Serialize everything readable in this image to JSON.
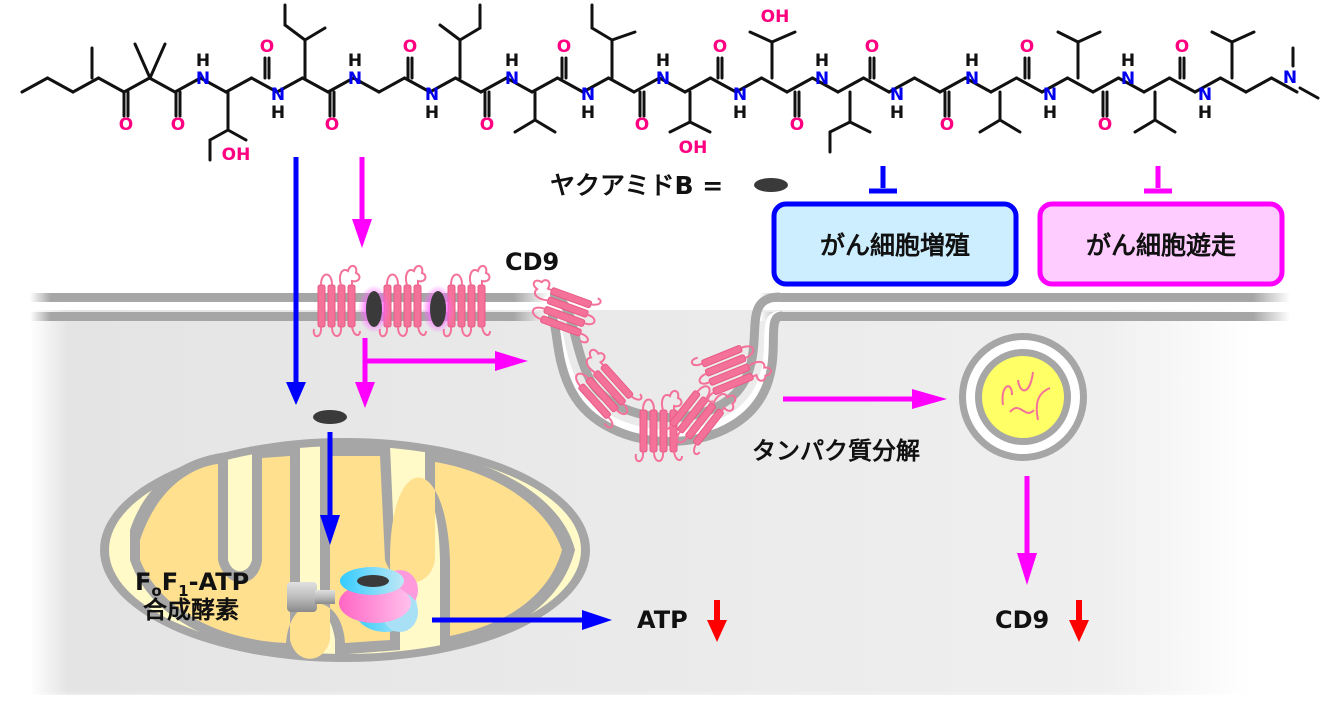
{
  "title": "ヤクアミドBの作用機序",
  "colors": {
    "blue_pathway": "#0000ff",
    "magenta_pathway": "#ff00ff",
    "oxygen": "#ff0080",
    "nitrogen": "#0000ee",
    "cd9_protein": "#f4729a",
    "membrane": "#a6a6a6",
    "cytoplasm": "#e6e6e6",
    "mitochondria_matrix": "#ffe08f",
    "mitochondria_space": "#fffac8",
    "lysosome": "#ffff66",
    "down_arrow": "#ff0000",
    "proliferation_box_fill": "#cdeeff",
    "migration_box_fill": "#ffccff"
  },
  "molecule": {
    "name": "ヤクアミドB",
    "legend_label": "ヤクアミドB =",
    "legend_symbol": "dark-ellipse",
    "atom_labels": {
      "oxygen": "O",
      "nitrogen": "N",
      "hydrogen": "H",
      "hydroxyl": "OH"
    }
  },
  "inhibition_targets": [
    {
      "label": "がん細胞増殖",
      "color": "blue"
    },
    {
      "label": "がん細胞遊走",
      "color": "magenta"
    }
  ],
  "labels": {
    "cd9": "CD9",
    "protein_degradation": "タンパク質分解",
    "atp_synthase_line1": "F",
    "atp_synthase_sub_o": "o",
    "atp_synthase_F": "F",
    "atp_synthase_sub_1": "1",
    "atp_synthase_suffix": "-ATP",
    "atp_synthase_line2": "合成酵素",
    "atp_result": "ATP",
    "cd9_result": "CD9"
  }
}
